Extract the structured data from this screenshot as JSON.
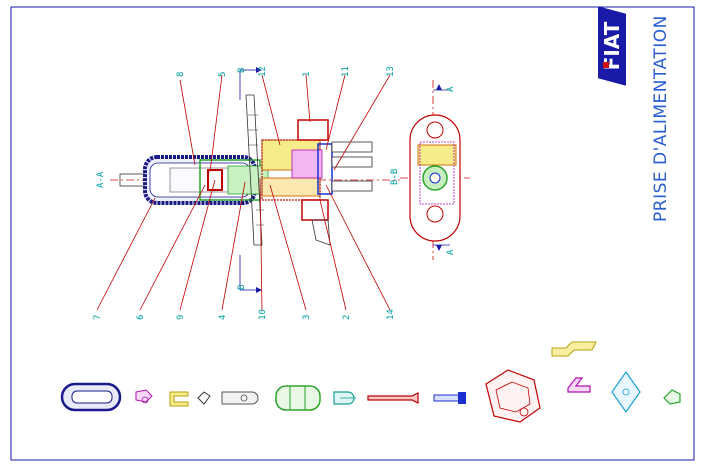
{
  "title": "PRISE D'ALIMENTATION",
  "logo_text": "FIAT",
  "section_labels": {
    "a_left": "A-A",
    "b_top": "B",
    "b_bottom": "B",
    "b_section": "B-B",
    "a_top": "A",
    "a_bottom": "A"
  },
  "callouts_top": [
    "8",
    "5",
    "B",
    "12",
    "1",
    "11",
    "13"
  ],
  "callouts_bottom": [
    "7",
    "6",
    "9",
    "4",
    "10",
    "3",
    "2",
    "14"
  ],
  "colors": {
    "border": "#1a1aa8",
    "leader": "#c00000",
    "label": "#00a0a0",
    "title": "#2a5fd0"
  }
}
